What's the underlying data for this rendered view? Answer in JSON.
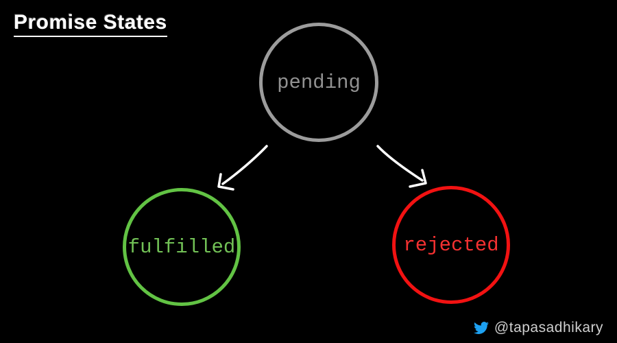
{
  "page": {
    "title": "Promise States",
    "background": "#000000"
  },
  "diagram": {
    "arrow_color": "#ffffff",
    "nodes": [
      {
        "id": "pending",
        "label": "pending",
        "circle_color": "#9c9c9c",
        "text_color": "#929292"
      },
      {
        "id": "fulfilled",
        "label": "fulfilled",
        "circle_color": "#62c344",
        "text_color": "#72c156"
      },
      {
        "id": "rejected",
        "label": "rejected",
        "circle_color": "#f21212",
        "text_color": "#f53131"
      }
    ],
    "edges": [
      {
        "from": "pending",
        "to": "fulfilled"
      },
      {
        "from": "pending",
        "to": "rejected"
      }
    ]
  },
  "footer": {
    "twitter_handle": "@tapasadhikary",
    "twitter_icon": "twitter-bird",
    "twitter_blue": "#1da1f2",
    "handle_color": "#cfcfcf"
  }
}
